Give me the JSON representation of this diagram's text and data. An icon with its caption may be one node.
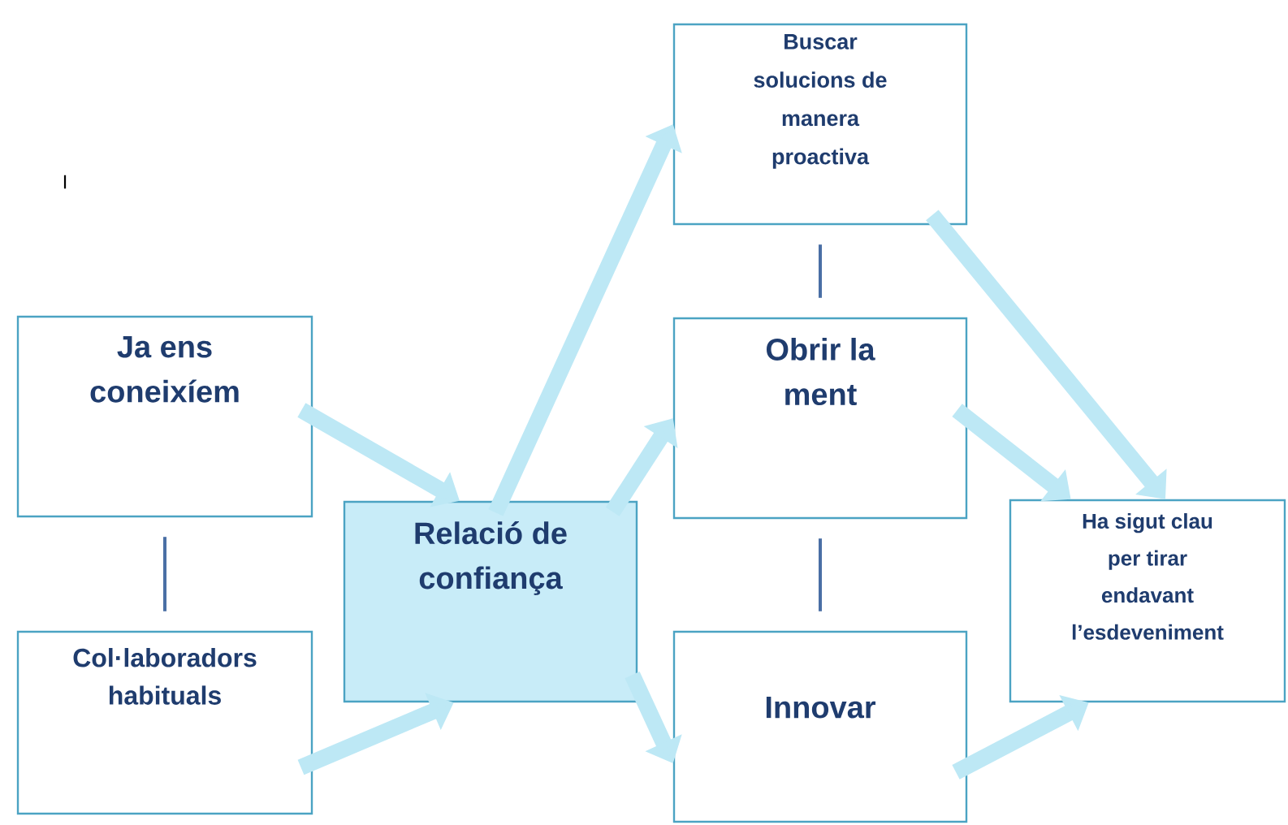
{
  "diagram": {
    "nodes": [
      {
        "text": [
          "Ja ens coneixíem"
        ]
      },
      {
        "text": [
          "Col·laboradors habituals"
        ]
      },
      {
        "text": [
          "Relació de confiança"
        ]
      },
      {
        "text": [
          "Buscar solucions de manera proactiva"
        ]
      },
      {
        "text": [
          "Obrir la ment"
        ]
      },
      {
        "text": [
          "Innovar"
        ]
      },
      {
        "text": [
          "Ha sigut clau per tirar endavant l’esdeveniment"
        ]
      }
    ],
    "edges": [
      {
        "from": 0,
        "to": 1,
        "arrow": "none",
        "color": "#4a6fa5"
      },
      {
        "from": 0,
        "to": 2,
        "arrow": "to"
      },
      {
        "from": 1,
        "to": 2,
        "arrow": "to"
      },
      {
        "from": 2,
        "to": 3,
        "arrow": "to"
      },
      {
        "from": 2,
        "to": 4,
        "arrow": "to"
      },
      {
        "from": 2,
        "to": 5,
        "arrow": "to"
      },
      {
        "from": 3,
        "to": 4,
        "arrow": "none",
        "color": "#4a6fa5"
      },
      {
        "from": 4,
        "to": 5,
        "arrow": "none",
        "color": "#4a6fa5"
      },
      {
        "from": 4,
        "to": 6,
        "arrow": "to"
      },
      {
        "from": 3,
        "to": 6,
        "arrow": "to"
      },
      {
        "from": 5,
        "to": 6,
        "arrow": "to"
      }
    ],
    "labels": [
      "I"
    ]
  }
}
